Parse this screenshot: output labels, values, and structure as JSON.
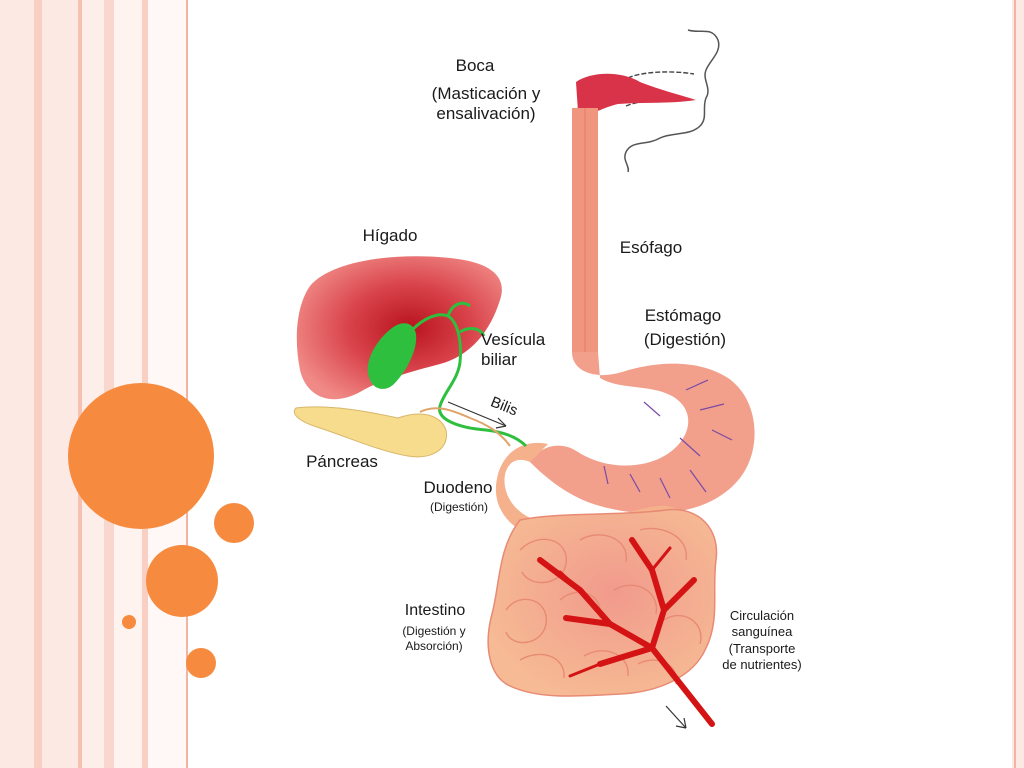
{
  "slide": {
    "colors": {
      "stripe_light": "#fde9e4",
      "stripe_mid": "#f9cfc4",
      "stripe_line": "#f3b3a3",
      "circle": "#f68b3f",
      "border": "#f9cfc4"
    }
  },
  "diagram": {
    "labels": {
      "boca": "Boca",
      "boca_note": "(Masticación y\nensalivación)",
      "higado": "Hígado",
      "esofago": "Esófago",
      "estomago": "Estómago",
      "estomago_note": "(Digestión)",
      "vesicula": "Vesícula\nbiliar",
      "bilis": "Bilis",
      "pancreas": "Páncreas",
      "duodeno": "Duodeno",
      "duodeno_note": "(Digestión)",
      "intestino": "Intestino",
      "intestino_note": "(Digestión y\nAbsorción)",
      "circulacion": "Circulación\nsanguínea\n(Transporte\nde nutrientes)"
    },
    "colors": {
      "mouth": "#d9334a",
      "esophagus": "#f0967e",
      "stomach": "#f2a08c",
      "liver": "#d94a52",
      "gallbladder": "#2fbf3f",
      "pancreas": "#f6dc8c",
      "intestine": "#f5b08c",
      "blood": "#d41414"
    }
  }
}
